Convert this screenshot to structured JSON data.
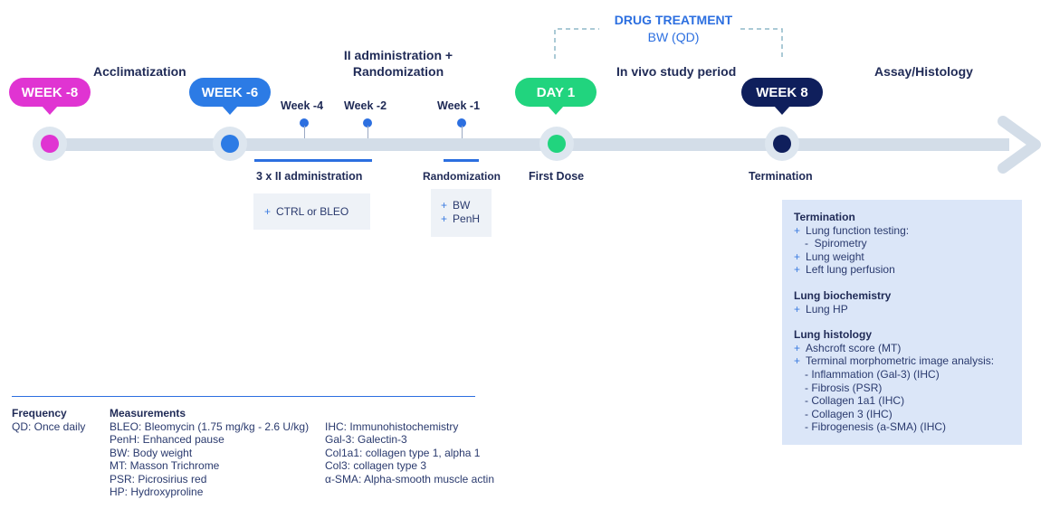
{
  "phases": {
    "acclimatization": "Acclimatization",
    "ii_admin_line1": "II administration +",
    "ii_admin_line2": "Randomization",
    "in_vivo": "In vivo study period",
    "assay": "Assay/Histology",
    "drug_treatment_line1": "DRUG TREATMENT",
    "drug_treatment_line2": "BW (QD)"
  },
  "milestones": [
    {
      "label": "WEEK -8",
      "color": "#e034d2"
    },
    {
      "label": "WEEK -6",
      "color": "#2c7be5"
    },
    {
      "label": "DAY 1",
      "color": "#21d47e"
    },
    {
      "label": "WEEK 8",
      "color": "#0f1f5c"
    }
  ],
  "weeks": [
    "Week -4",
    "Week -2",
    "Week -1"
  ],
  "sub_labels": {
    "ii_admin": "3 x II administration",
    "randomization": "Randomization",
    "first_dose": "First Dose",
    "termination": "Termination"
  },
  "boxes": {
    "ii_admin_items": [
      "CTRL or BLEO"
    ],
    "randomization_items": [
      "BW",
      "PenH"
    ]
  },
  "termination_panel": {
    "termination_title": "Termination",
    "termination_items": [
      "Lung function testing:",
      "Spirometry",
      "Lung weight",
      "Left lung perfusion"
    ],
    "biochem_title": "Lung biochemistry",
    "biochem_items": [
      "Lung HP"
    ],
    "histology_title": "Lung histology",
    "histology_items": [
      "Ashcroft score (MT)",
      "Terminal morphometric image analysis:"
    ],
    "histology_subitems": [
      "Inflammation (Gal-3) (IHC)",
      "Fibrosis (PSR)",
      "Collagen 1a1 (IHC)",
      "Collagen 3 (IHC)",
      "Fibrogenesis (a-SMA) (IHC)"
    ]
  },
  "legend": {
    "frequency_title": "Frequency",
    "frequency_items": [
      "QD: Once daily"
    ],
    "measurements_title": "Measurements",
    "measurements_col1": [
      "BLEO: Bleomycin (1.75 mg/kg - 2.6 U/kg)",
      "PenH: Enhanced pause",
      "BW: Body weight",
      "MT: Masson Trichrome",
      "PSR: Picrosirius red",
      "HP: Hydroxyproline"
    ],
    "measurements_col2": [
      "IHC: Immunohistochemistry",
      "Gal-3: Galectin-3",
      "Col1a1: collagen type 1, alpha 1",
      "Col3: collagen type 3",
      "α-SMA: Alpha-smooth muscle actin"
    ]
  },
  "colors": {
    "timeline": "#d3dde8",
    "accent_blue": "#2c6fe0",
    "navy": "#1f2a56",
    "drug_bracket": "#8fb8c8"
  }
}
